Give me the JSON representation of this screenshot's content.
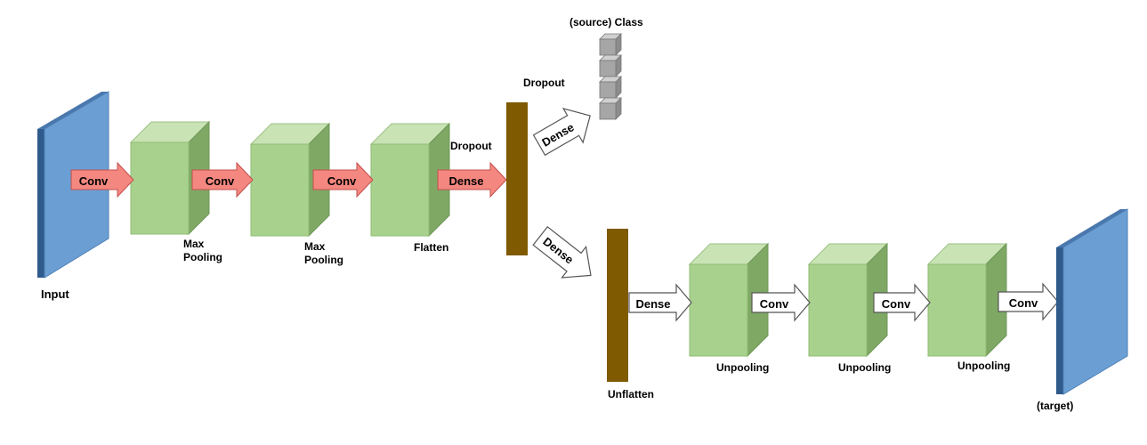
{
  "diagram": {
    "labels": {
      "input": "Input",
      "target": "(target)",
      "max_pooling_1": [
        "Max",
        "Pooling"
      ],
      "max_pooling_2": [
        "Max",
        "Pooling"
      ],
      "flatten": "Flatten",
      "dropout_1": "Dropout",
      "dropout_2": "Dropout",
      "source_class": "(source) Class",
      "unflatten": "Unflatten",
      "unpooling_1": "Unpooling",
      "unpooling_2": "Unpooling",
      "unpooling_3": "Unpooling"
    },
    "arrows": {
      "enc_conv_1": "Conv",
      "enc_conv_2": "Conv",
      "enc_conv_3": "Conv",
      "enc_dense": "Dense",
      "class_dense": "Dense",
      "dec_dense_diag": "Dense",
      "dec_dense": "Dense",
      "dec_conv_1": "Conv",
      "dec_conv_2": "Conv",
      "dec_conv_3": "Conv"
    },
    "colors": {
      "input_plane": "#6b9fd4",
      "input_plane_edge": "#2f5a8c",
      "block_front": "#a9d18e",
      "block_top": "#c9e3b5",
      "block_side": "#7fa865",
      "encoder_arrow": "#f4877f",
      "encoder_arrow_stroke": "#c0504d",
      "decoder_arrow": "#ffffff",
      "decoder_arrow_stroke": "#555555",
      "dense_bar": "#7f5a00",
      "class_cube": "#a6a6a6"
    }
  }
}
